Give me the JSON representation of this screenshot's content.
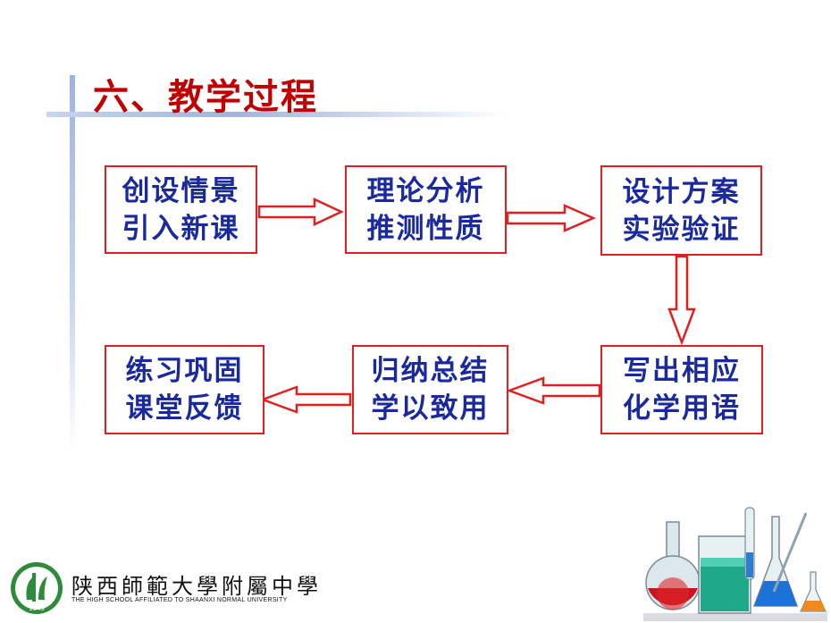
{
  "title": "六、教学过程",
  "steps": [
    {
      "line1": "创设情景",
      "line2": "引入新课"
    },
    {
      "line1": "理论分析",
      "line2": "推测性质"
    },
    {
      "line1": "设计方案",
      "line2": "实验验证"
    },
    {
      "line1": "写出相应",
      "line2": "化学用语"
    },
    {
      "line1": "归纳总结",
      "line2": "学以致用"
    },
    {
      "line1": "练习巩固",
      "line2": "课堂反馈"
    }
  ],
  "flow": [
    "创设情景引入新课",
    "理论分析推测性质",
    "设计方案实验验证",
    "写出相应化学用语",
    "归纳总结学以致用",
    "练习巩固课堂反馈"
  ],
  "footer": {
    "school_name": "陕西師範大學附屬中學",
    "school_name_en": "THE HIGH SCHOOL AFFILIATED TO SHAANXI NORMAL UNIVERSITY",
    "logo_year": "1949"
  },
  "colors": {
    "title": "#c00000",
    "box_border": "#e02020",
    "box_text": "#1a2a9c",
    "arrow": "#e02020",
    "accent_bar": "#9fb4de"
  },
  "icons": [
    "school-logo-icon",
    "lab-glassware-illustration"
  ]
}
